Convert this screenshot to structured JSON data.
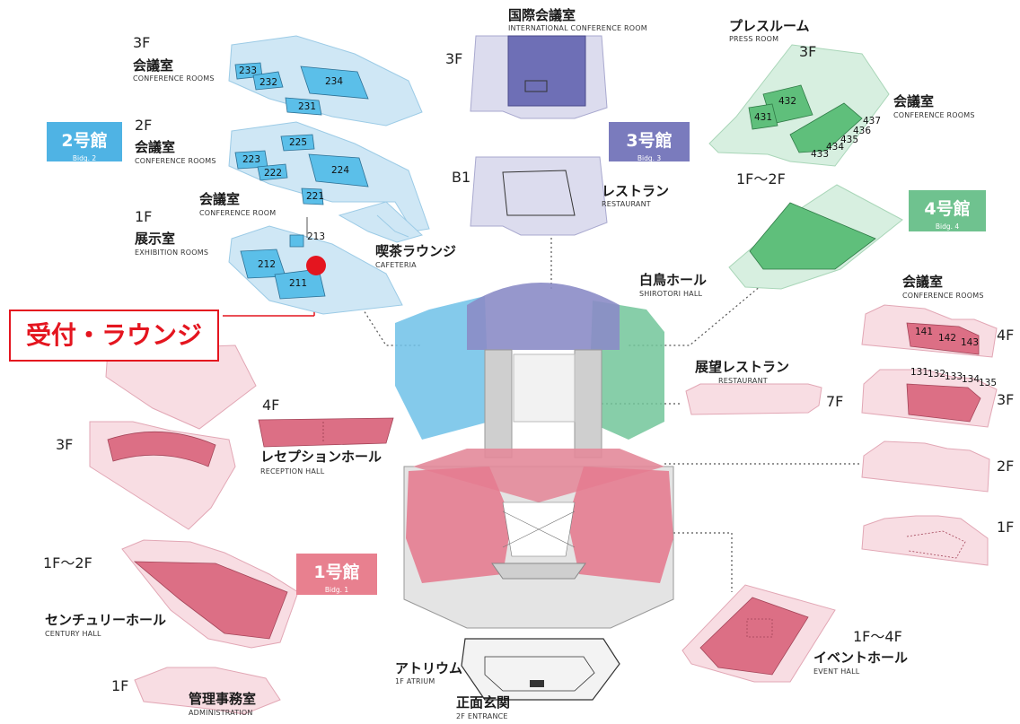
{
  "reception": {
    "label": "受付・ラウンジ"
  },
  "buildings": {
    "b1": {
      "name": "1号館",
      "sub": "Bidg. 1",
      "color": "#e8808f"
    },
    "b2": {
      "name": "2号館",
      "sub": "Bidg. 2",
      "color": "#4fb3e4"
    },
    "b3": {
      "name": "3号館",
      "sub": "Bidg. 3",
      "color": "#7a7bbd"
    },
    "b4": {
      "name": "4号館",
      "sub": "Bidg. 4",
      "color": "#6fc28f"
    }
  },
  "colors": {
    "accent_red": "#e4151f",
    "blue_room": "#5bbfe9",
    "blue_floor": "#cfe7f5",
    "pink_room": "#dc6f85",
    "pink_floor": "#f8dde3",
    "green_room": "#5fbf7b",
    "green_floor": "#d7efe0",
    "purple_room": "#6e6fb6",
    "purple_floor": "#dcdcee"
  },
  "bldg2": {
    "f3": {
      "floor": "3F",
      "jp": "会議室",
      "en": "CONFERENCE ROOMS",
      "rooms": [
        "233",
        "232",
        "234",
        "231"
      ]
    },
    "f2": {
      "floor": "2F",
      "jp": "会議室",
      "en": "CONFERENCE ROOMS",
      "rooms": [
        "225",
        "223",
        "222",
        "224",
        "221"
      ]
    },
    "f1": {
      "floor": "1F",
      "jp": "展示室",
      "en": "EXHIBITION ROOMS",
      "rooms": [
        "212",
        "211",
        "213"
      ]
    },
    "conf_room": {
      "jp": "会議室",
      "en": "CONFERENCE ROOM"
    },
    "cafeteria": {
      "jp": "喫茶ラウンジ",
      "en": "CAFETERIA"
    }
  },
  "bldg3": {
    "intl": {
      "floor": "3F",
      "jp": "国際会議室",
      "en": "INTERNATIONAL CONFERENCE ROOM"
    },
    "restaurant": {
      "floor": "B1",
      "jp": "レストラン",
      "en": "RESTAURANT"
    }
  },
  "bldg4": {
    "press": {
      "floor": "3F",
      "jp": "プレスルーム",
      "en": "PRESS ROOM"
    },
    "conf": {
      "jp": "会議室",
      "en": "CONFERENCE ROOMS",
      "rooms": [
        "432",
        "431",
        "437",
        "436",
        "435",
        "434",
        "433"
      ]
    },
    "hall": {
      "floor": "1F～2F",
      "jp": "白鳥ホール",
      "en": "SHIROTORI HALL"
    }
  },
  "bldg1": {
    "conf": {
      "jp": "会議室",
      "en": "CONFERENCE ROOMS"
    },
    "f4": {
      "floor": "4F",
      "rooms": [
        "141",
        "142",
        "143"
      ]
    },
    "f3": {
      "floor": "3F",
      "rooms": [
        "131",
        "132",
        "133",
        "134",
        "135"
      ]
    },
    "f2": {
      "floor": "2F"
    },
    "f1": {
      "floor": "1F"
    },
    "sky_restaurant": {
      "floor": "7F",
      "jp": "展望レストラン",
      "en": "RESTAURANT"
    },
    "reception_hall": {
      "floor": "4F",
      "jp": "レセプションホール",
      "en": "RECEPTION HALL"
    },
    "f3_left": {
      "floor": "3F"
    },
    "century": {
      "floor": "1F～2F",
      "jp": "センチュリーホール",
      "en": "CENTURY HALL"
    },
    "admin": {
      "floor": "1F",
      "jp": "管理事務室",
      "en": "ADMINISTRATION"
    },
    "atrium": {
      "jp": "アトリウム",
      "en": "1F ATRIUM"
    },
    "entrance": {
      "jp": "正面玄関",
      "en": "2F ENTRANCE"
    },
    "event": {
      "floor": "1F～4F",
      "jp": "イベントホール",
      "en": "EVENT HALL"
    }
  }
}
